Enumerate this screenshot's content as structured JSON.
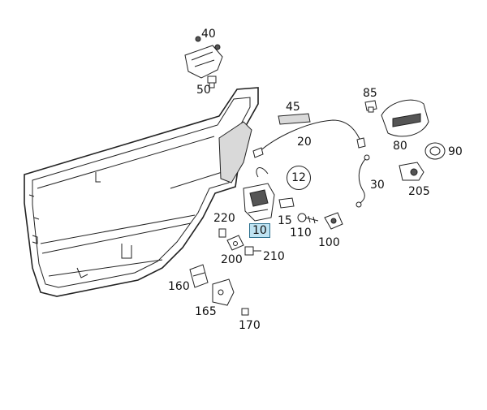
{
  "diagram": {
    "highlighted_part": "10",
    "circled_part": "12",
    "parts": [
      "40",
      "50",
      "45",
      "20",
      "85",
      "80",
      "90",
      "205",
      "30",
      "12",
      "15",
      "10",
      "220",
      "110",
      "100",
      "200",
      "210",
      "160",
      "165",
      "170"
    ]
  },
  "labels": {
    "p40": "40",
    "p50": "50",
    "p45": "45",
    "p20": "20",
    "p85": "85",
    "p80": "80",
    "p90": "90",
    "p205": "205",
    "p30": "30",
    "p12": "12",
    "p15": "15",
    "p10": "10",
    "p220": "220",
    "p110": "110",
    "p100": "100",
    "p200": "200",
    "p210": "210",
    "p160": "160",
    "p165": "165",
    "p170": "170"
  }
}
